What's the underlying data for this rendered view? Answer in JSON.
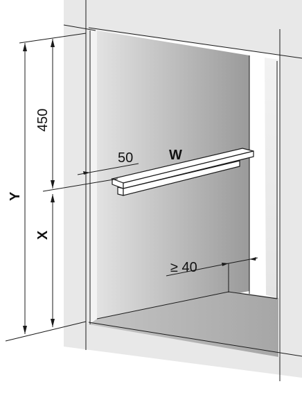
{
  "labels": {
    "height_450": "450",
    "offset_50": "50",
    "width_w": "W",
    "total_y": "Y",
    "lower_x": "X",
    "min_40": "≥ 40"
  },
  "colors": {
    "wall": "#e6e6e6",
    "back_light": "#d9d9d9",
    "back_dark": "#9b9b9b",
    "floor": "#b3b3b3",
    "line": "#1a1a1a"
  }
}
